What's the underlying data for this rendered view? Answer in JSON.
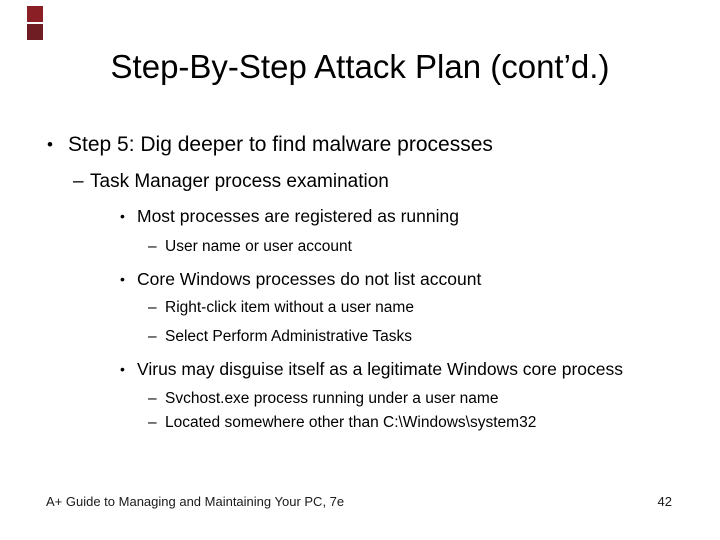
{
  "slide": {
    "title": "Step-By-Step Attack Plan (cont’d.)",
    "background_color": "#ffffff",
    "text_color": "#000000"
  },
  "decor": {
    "top_square_color": "#8a2025",
    "bottom_square_color": "#6f1d22"
  },
  "bullets": [
    {
      "level": 1,
      "marker": "•",
      "text": "Step 5: Dig deeper to find malware processes"
    },
    {
      "level": 2,
      "marker": "–",
      "text": "Task Manager process examination"
    },
    {
      "level": 3,
      "marker": "•",
      "text": "Most processes are registered as running"
    },
    {
      "level": 4,
      "marker": "–",
      "text": "User name or user account"
    },
    {
      "level": 3,
      "marker": "•",
      "text": "Core Windows processes do not list account"
    },
    {
      "level": 4,
      "marker": "–",
      "text": "Right-click item without a user name"
    },
    {
      "level": 4,
      "marker": "–",
      "text": "Select Perform Administrative Tasks"
    },
    {
      "level": 3,
      "marker": "•",
      "text": "Virus may disguise itself as a legitimate Windows core process"
    },
    {
      "level": 4,
      "marker": "–",
      "text": "Svchost.exe process running under a user name"
    },
    {
      "level": 4,
      "marker": "–",
      "text": "Located somewhere other than C:\\Windows\\system32"
    }
  ],
  "footer": {
    "left": "A+ Guide to Managing and Maintaining Your PC, 7e",
    "page": "42"
  }
}
